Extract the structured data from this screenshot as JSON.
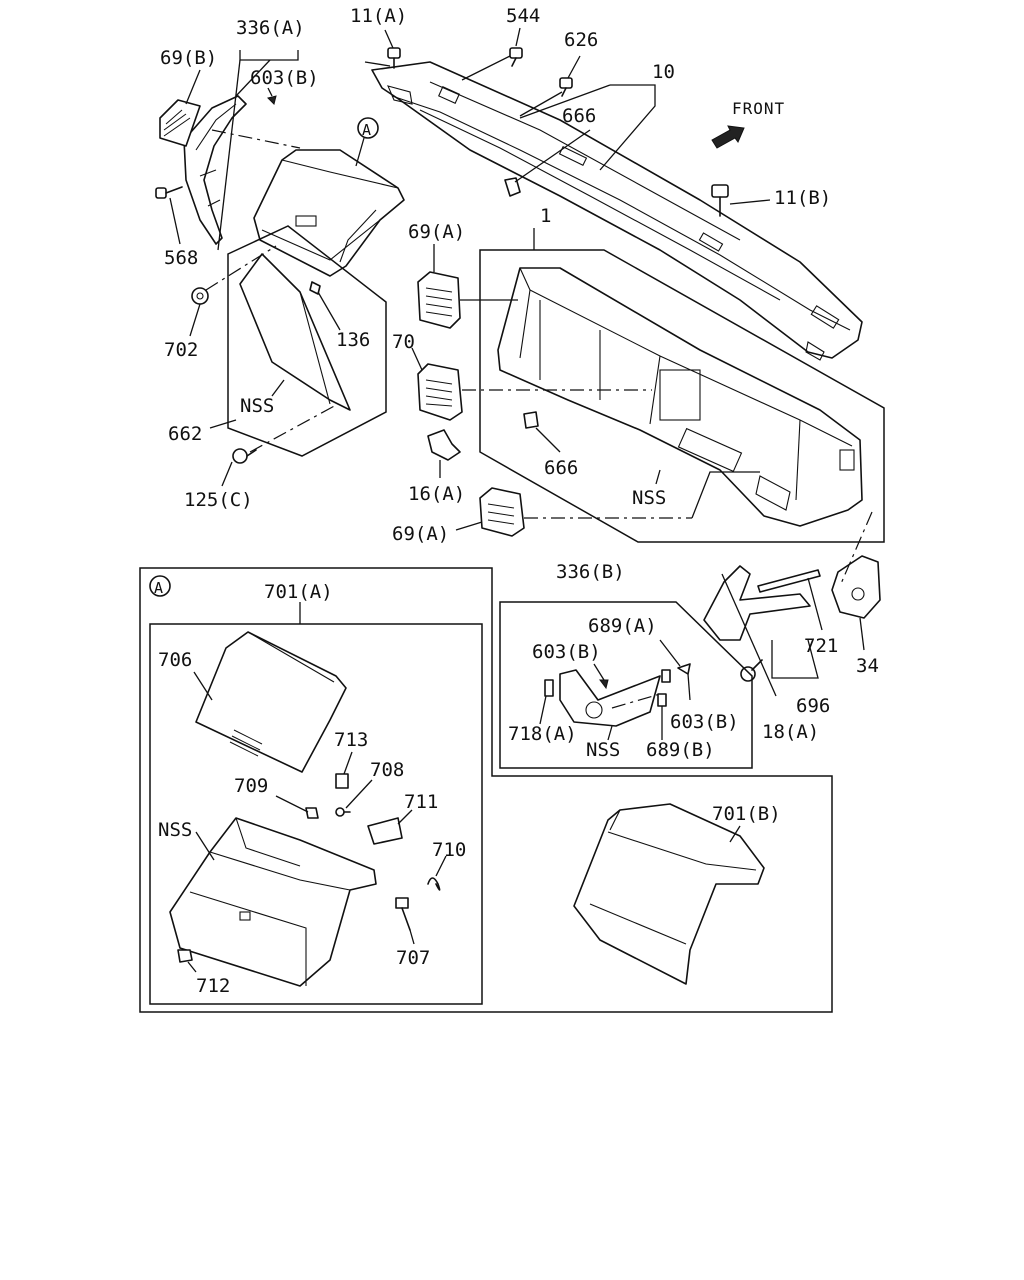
{
  "labels": {
    "p336a": "336(A)",
    "p11a": "11(A)",
    "p544": "544",
    "p626": "626",
    "p10": "10",
    "p69b": "69(B)",
    "p603b_top": "603(B)",
    "p666_top": "666",
    "front": "FRONT",
    "p11b": "11(B)",
    "p568": "568",
    "p1": "1",
    "p69a_top": "69(A)",
    "p702": "702",
    "p136": "136",
    "p70": "70",
    "nss_top": "NSS",
    "p662": "662",
    "p666_mid": "666",
    "p16a": "16(A)",
    "nss_mid": "NSS",
    "p125c": "125(C)",
    "p69a_bot": "69(A)",
    "p336b": "336(B)",
    "p689a": "689(A)",
    "p603b_left": "603(B)",
    "p603b_right": "603(B)",
    "p718a": "718(A)",
    "nss_336b": "NSS",
    "p689b": "689(B)",
    "p721": "721",
    "p34": "34",
    "p696": "696",
    "p18a": "18(A)",
    "detail_a": "A",
    "callout_a": "A",
    "p701a": "701(A)",
    "p706": "706",
    "p713": "713",
    "p709": "709",
    "p708": "708",
    "p711": "711",
    "nss_detail": "NSS",
    "p710": "710",
    "p707": "707",
    "p712": "712",
    "p701b": "701(B)"
  },
  "icons": {
    "front_arrow": "front-direction-arrow-icon",
    "callout": "circled-letter-icon"
  }
}
